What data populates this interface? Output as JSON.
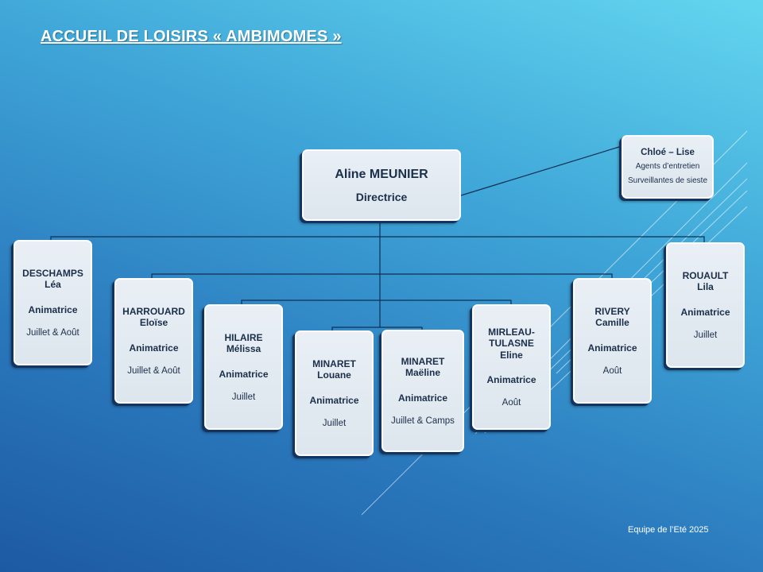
{
  "title": "ACCUEIL DE LOISIRS « AMBIMOMES »",
  "director": {
    "name": "Aline MEUNIER",
    "role": "Directrice"
  },
  "support_staff": {
    "name": "Chloé – Lise",
    "line2": "Agents d’entretien",
    "line3": "Surveillantes de sieste"
  },
  "team": [
    {
      "surname": "DESCHAMPS",
      "first_name": "Léa",
      "role": "Animatrice",
      "period": "Juillet & Août"
    },
    {
      "surname": "HARROUARD",
      "first_name": "Eloïse",
      "role": "Animatrice",
      "period": "Juillet & Août"
    },
    {
      "surname": "HILAIRE",
      "first_name": "Mélissa",
      "role": "Animatrice",
      "period": "Juillet"
    },
    {
      "surname": "MINARET",
      "first_name": "Louane",
      "role": "Animatrice",
      "period": "Juillet"
    },
    {
      "surname": "MINARET",
      "first_name": "Maëline",
      "role": "Animatrice",
      "period": "Juillet & Camps"
    },
    {
      "surname": "MIRLEAU-TULASNE",
      "first_name": "Eline",
      "role": "Animatrice",
      "period": "Août"
    },
    {
      "surname": "RIVERY",
      "first_name": "Camille",
      "role": "Animatrice",
      "period": "Août"
    },
    {
      "surname": "ROUAULT",
      "first_name": "Lila",
      "role": "Animatrice",
      "period": "Juillet"
    }
  ],
  "footer": "Equipe de l’Eté 2025"
}
